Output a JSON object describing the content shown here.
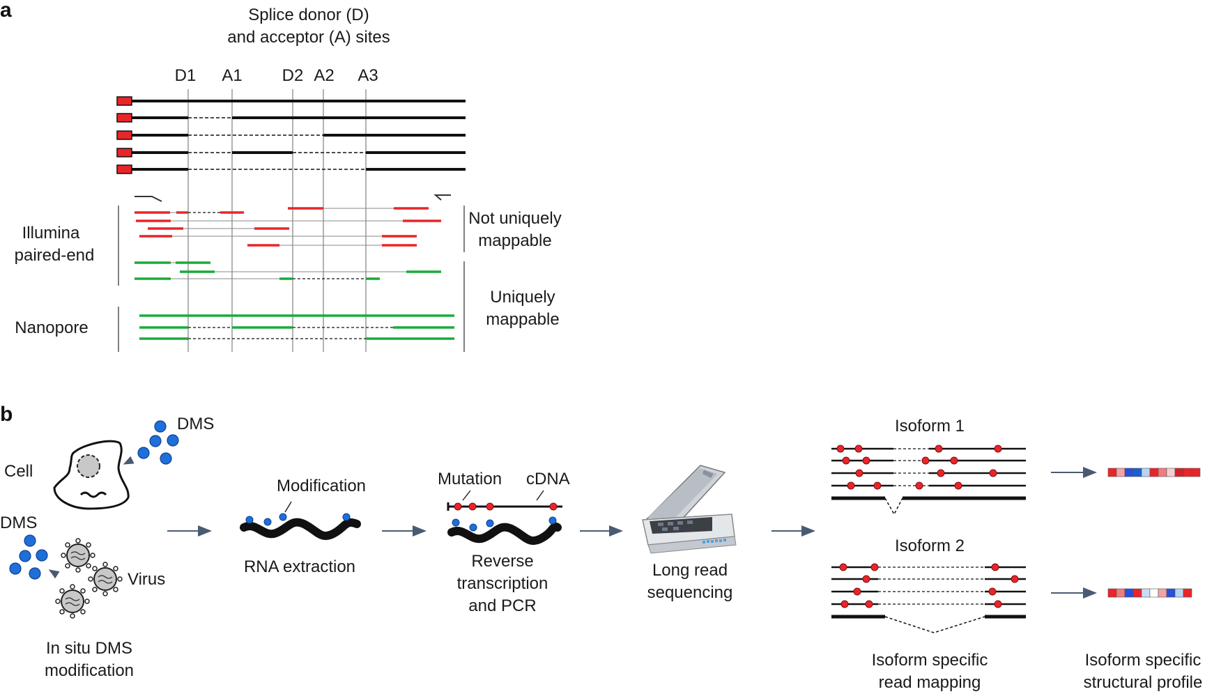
{
  "panel_a": {
    "label": "a",
    "site_title_line1": "Splice donor (D)",
    "site_title_line2": "and acceptor (A) sites",
    "sites": [
      "D1",
      "A1",
      "D2",
      "A2",
      "A3"
    ],
    "illumina_line1": "Illumina",
    "illumina_line2": "paired-end",
    "nanopore": "Nanopore",
    "not_unique_line1": "Not uniquely",
    "not_unique_line2": "mappable",
    "unique_line1": "Uniquely",
    "unique_line2": "mappable"
  },
  "panel_b": {
    "label": "b",
    "dms_top": "DMS",
    "cell": "Cell",
    "dms_left": "DMS",
    "virus": "Virus",
    "insitu_line1": "In situ DMS",
    "insitu_line2": "modification",
    "modification": "Modification",
    "rna_extraction": "RNA extraction",
    "mutation": "Mutation",
    "cdna": "cDNA",
    "rt_line1": "Reverse",
    "rt_line2": "transcription",
    "rt_line3": "and PCR",
    "long_read_line1": "Long read",
    "long_read_line2": "sequencing",
    "isoform1": "Isoform 1",
    "isoform2": "Isoform 2",
    "mapping_line1": "Isoform specific",
    "mapping_line2": "read mapping",
    "profile_line1": "Isoform specific",
    "profile_line2": "structural profile"
  },
  "colors": {
    "red": "#e8262a",
    "green": "#1aab3a",
    "dms_blue": "#1e6fd9",
    "arrow": "#4a5a72"
  },
  "profiles": {
    "isoform1": [
      "#e8262a",
      "#f4a3a4",
      "#2a4fd8",
      "#1e5fd0",
      "#b9d3f2",
      "#e8262a",
      "#f07c80",
      "#f4d0d2",
      "#d42028",
      "#e8262a",
      "#e8262a"
    ],
    "isoform2": [
      "#e8262a",
      "#f07c80",
      "#2a4fd8",
      "#e8262a",
      "#c9dcf3",
      "#ffffff",
      "#f4a3a4",
      "#2a4fd8",
      "#b9d3f2",
      "#e8262a"
    ]
  }
}
